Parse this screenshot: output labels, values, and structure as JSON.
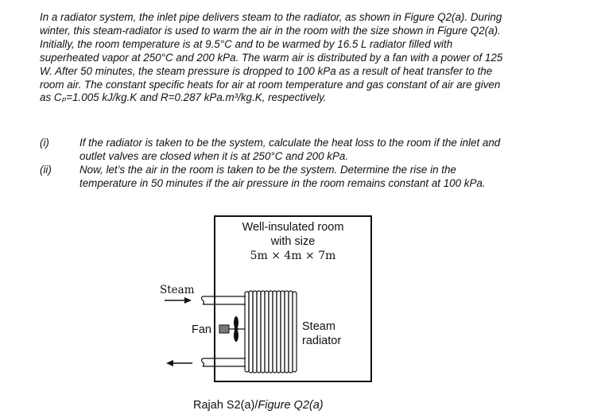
{
  "problem": {
    "paragraph": "In a radiator system, the inlet pipe delivers steam to the radiator, as shown in Figure Q2(a). During winter, this steam-radiator is used to warm the air in the room with the size shown in Figure Q2(a). Initially, the room temperature is at 9.5°C and to be warmed by 16.5 L radiator filled with superheated vapor at 250°C and 200 kPa. The warm air is distributed by a fan with a power of 125 W. After 50 minutes, the steam pressure is dropped to 100 kPa as a result of heat transfer to the room air. The constant specific heats for air at room temperature and gas constant of air are given as Cₚ=1.005 kJ/kg.K and R=0.287 kPa.m³/kg.K, respectively.",
    "questions": [
      {
        "label": "(i)",
        "text": "If the radiator is taken to be the system, calculate the heat loss to the room if the inlet and outlet valves are closed when it is at 250°C and 200 kPa."
      },
      {
        "label": "(ii)",
        "text": "Now, let’s the air in the room is taken to be the system. Determine the rise in the temperature in 50 minutes if the air pressure in the room remains constant at 100 kPa."
      }
    ]
  },
  "figure": {
    "room_line1": "Well-insulated room",
    "room_line2": "with size",
    "room_size": "5m × 4m × 7m",
    "steam_label": "Steam",
    "fan_label": "Fan",
    "radiator_line1": "Steam",
    "radiator_line2": "radiator",
    "caption_malay": "Rajah S2(a)/",
    "caption_english": "Figure Q2(a)"
  }
}
